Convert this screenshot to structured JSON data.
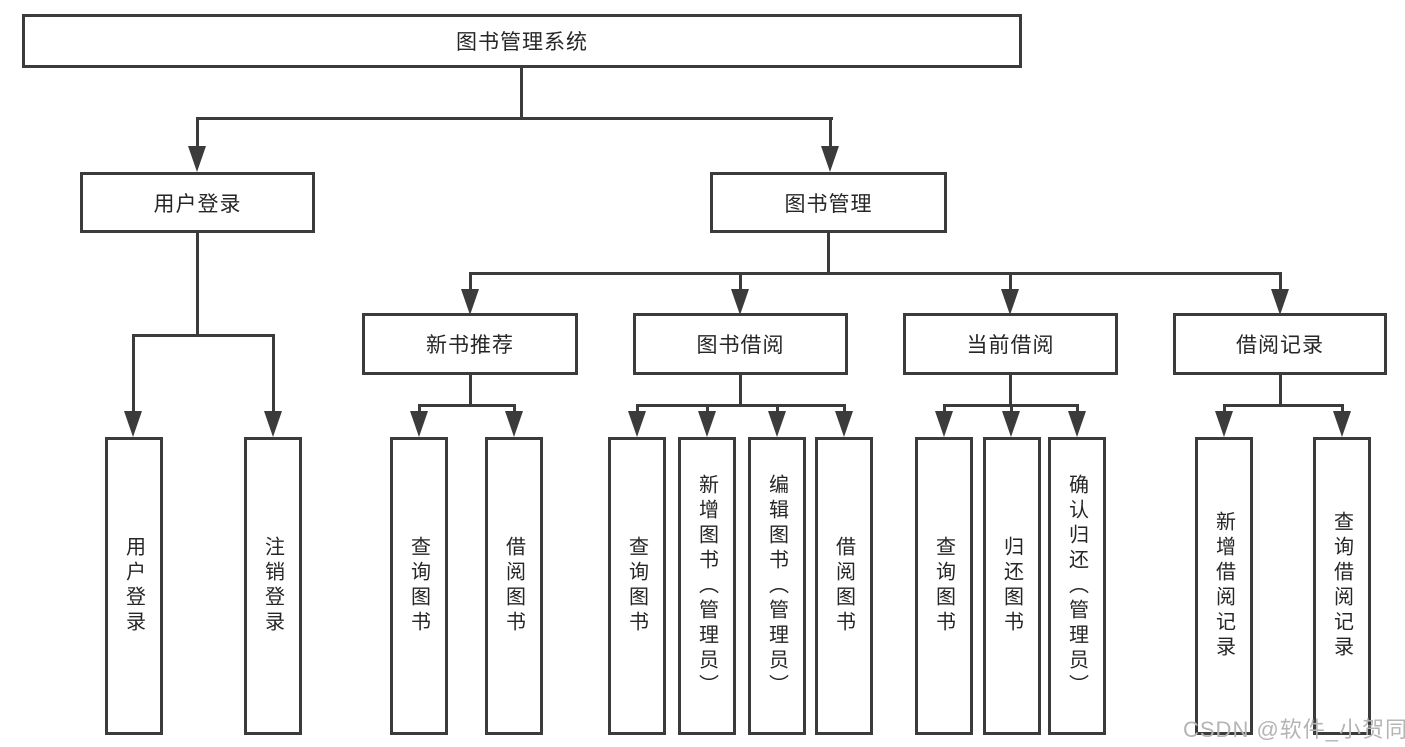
{
  "tree": {
    "root": {
      "label": "图书管理系统"
    },
    "level2": [
      {
        "label": "用户登录",
        "children": [
          {
            "label": "用户登录"
          },
          {
            "label": "注销登录"
          }
        ]
      },
      {
        "label": "图书管理",
        "children": [
          {
            "label": "新书推荐",
            "children": [
              {
                "label": "查询图书"
              },
              {
                "label": "借阅图书"
              }
            ]
          },
          {
            "label": "图书借阅",
            "children": [
              {
                "label": "查询图书"
              },
              {
                "label": "新增图书（管理员）"
              },
              {
                "label": "编辑图书（管理员）"
              },
              {
                "label": "借阅图书"
              }
            ]
          },
          {
            "label": "当前借阅",
            "children": [
              {
                "label": "查询图书"
              },
              {
                "label": "归还图书"
              },
              {
                "label": "确认归还（管理员）"
              }
            ]
          },
          {
            "label": "借阅记录",
            "children": [
              {
                "label": "新增借阅记录"
              },
              {
                "label": "查询借阅记录"
              }
            ]
          }
        ]
      }
    ]
  },
  "watermark": {
    "text": "CSDN @软件_小贺同学"
  },
  "colors": {
    "line": "#3b3b3b",
    "text": "#262626",
    "background": "#ffffff",
    "watermark": "#b5b5b5"
  }
}
